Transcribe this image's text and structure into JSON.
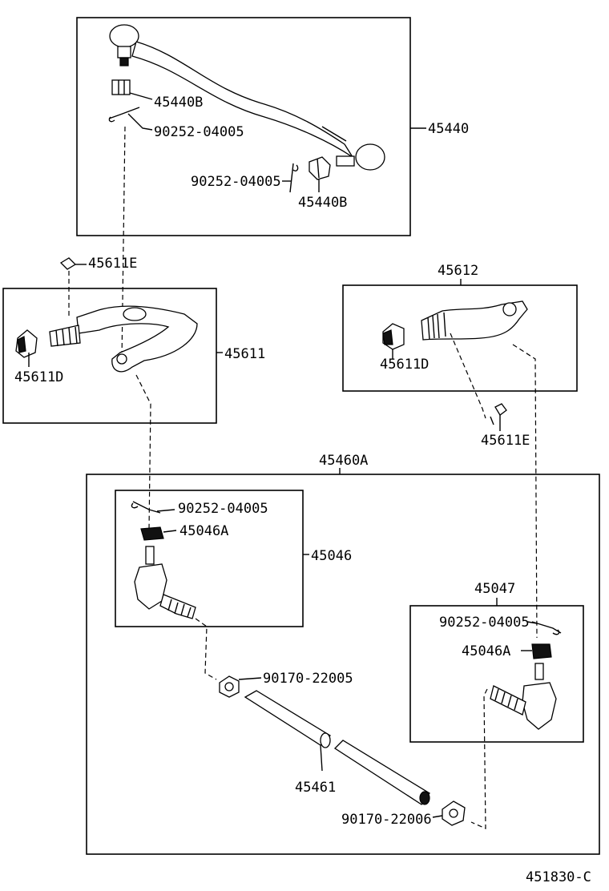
{
  "drawing_id": "451830-C",
  "groups": {
    "drag_link": {
      "assembly": "45440",
      "nut_top": "45440B",
      "pin_top": "90252-04005",
      "pin_right": "90252-04005",
      "nut_right": "45440B"
    },
    "left_arm": {
      "assembly": "45611",
      "cap": "45611E",
      "boot": "45611D"
    },
    "right_arm": {
      "assembly": "45612",
      "boot": "45611D",
      "cap": "45611E"
    },
    "tie_rod": {
      "assembly": "45460A",
      "tube": "45461",
      "clamp_left": "90170-22005",
      "clamp_right": "90170-22006"
    },
    "left_end": {
      "assembly": "45046",
      "pin": "90252-04005",
      "nut": "45046A"
    },
    "right_end": {
      "assembly": "45047",
      "pin": "90252-04005",
      "nut": "45046A"
    }
  }
}
